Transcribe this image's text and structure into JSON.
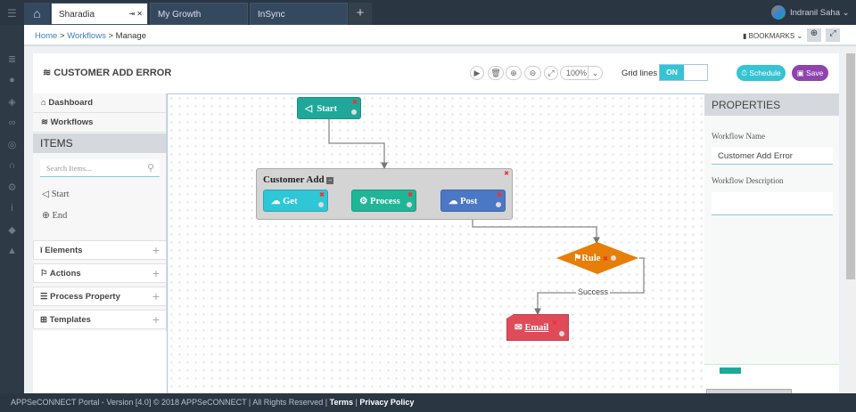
{
  "tabs": [
    {
      "label": "Sharadia",
      "active": true
    },
    {
      "label": "My Growth"
    },
    {
      "label": "InSync"
    }
  ],
  "user": {
    "name": "Indranil Saha"
  },
  "breadcrumb": {
    "home": "Home",
    "workflows": "Workflows",
    "current": "Manage",
    "sep": ">"
  },
  "bookmarks_label": "BOOKMARKS",
  "page_title": "CUSTOMER ADD ERROR",
  "toolbar": {
    "zoom": "100%",
    "grid_label": "Grid lines :",
    "grid_state": "ON",
    "schedule": "Schedule",
    "save": "Save"
  },
  "left": {
    "dashboard": "Dashboard",
    "workflows": "Workflows",
    "items_header": "ITEMS",
    "search_placeholder": "Search Items...",
    "items": [
      "Start",
      "End"
    ],
    "sections": [
      "Elements",
      "Actions",
      "Process Property",
      "Templates"
    ]
  },
  "workflow": {
    "start": "Start",
    "group": "Customer Add",
    "get": "Get",
    "process": "Process",
    "post": "Post",
    "rule": "Rule",
    "edge_label": "Success",
    "email": "Email"
  },
  "properties": {
    "header": "PROPERTIES",
    "name_label": "Workflow Name",
    "name_value": "Customer Add Error",
    "desc_label": "Workflow Description",
    "desc_value": ""
  },
  "footer": {
    "text": "APPSeCONNECT Portal - Version [4.0] © 2018 APPSeCONNECT | All Rights Reserved |",
    "terms": "Terms",
    "sep": "|",
    "privacy": "Privacy Policy"
  },
  "colors": {
    "start": "#1fa89a",
    "get": "#2fc6d6",
    "process": "#20b597",
    "post": "#4b78c4",
    "rule": "#e67e07",
    "email": "#e04b5a",
    "save": "#8e44ad",
    "schedule": "#36c3d3"
  }
}
